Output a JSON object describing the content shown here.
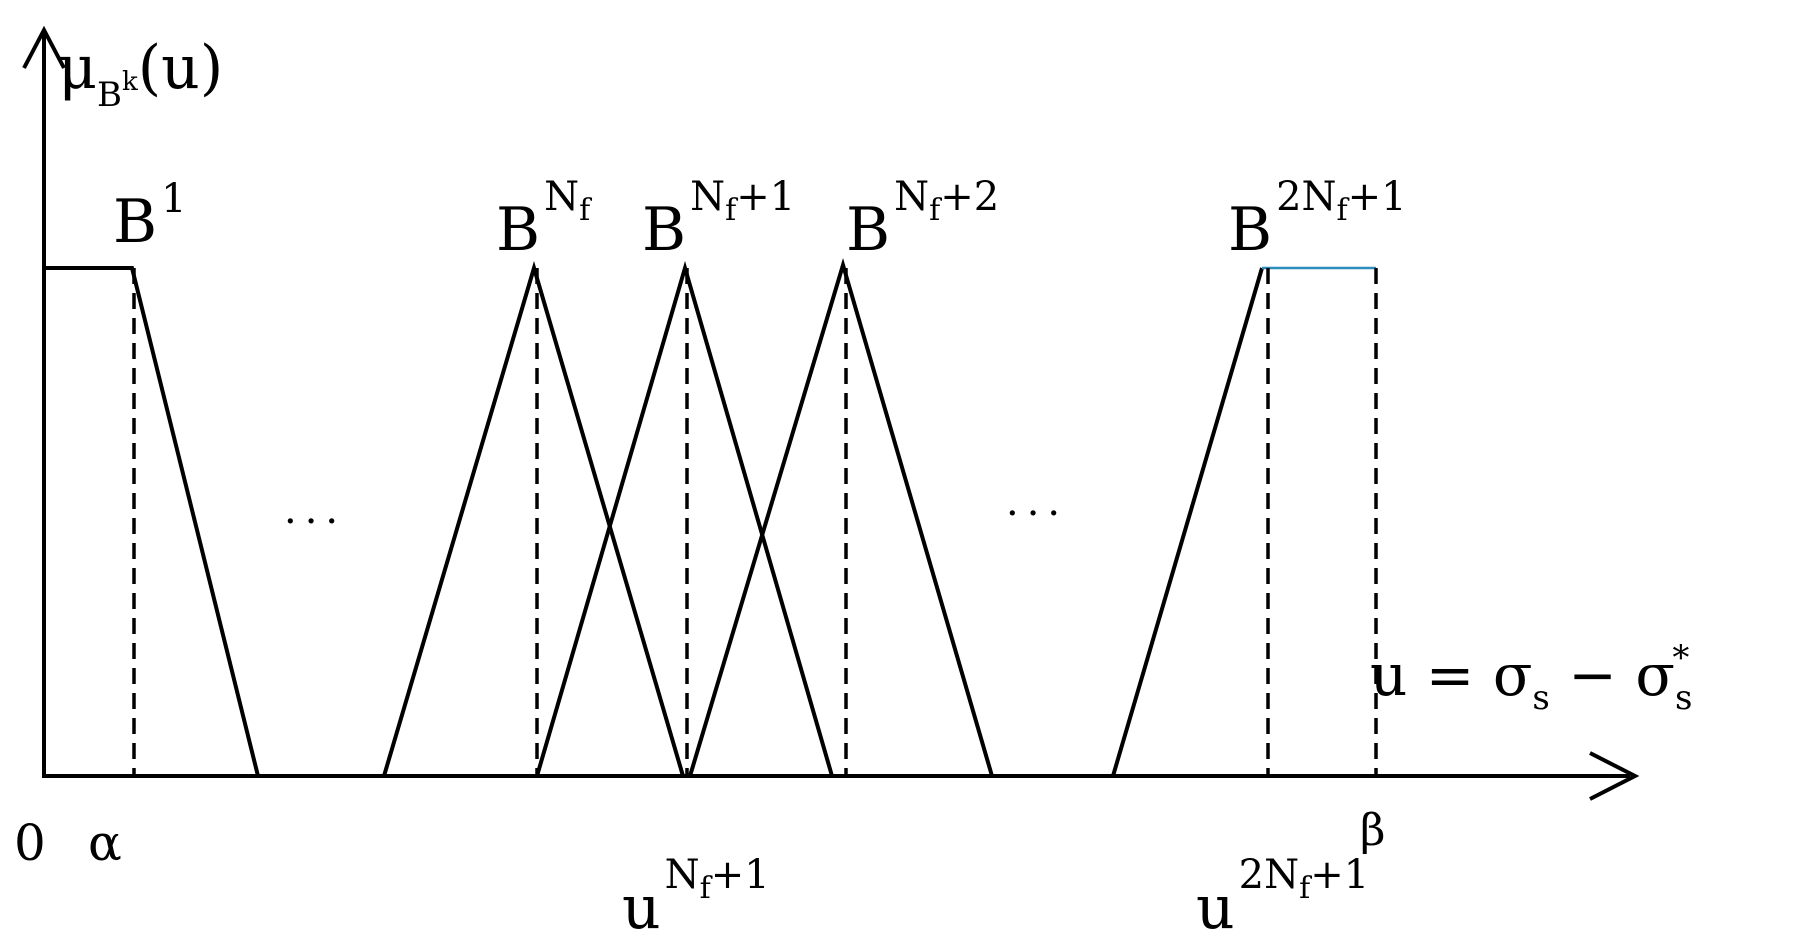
{
  "y_axis": {
    "label_base": "μ",
    "label_sub": "B",
    "label_sub_sup": "k",
    "label_arg": "(u)"
  },
  "x_axis": {
    "label_lhs": "u = σ",
    "label_sub1": "s",
    "label_minus": " − σ",
    "label_sub2": "s",
    "label_star": "*"
  },
  "sets": {
    "b1": {
      "base": "B",
      "sup": "1"
    },
    "bnf": {
      "base": "B",
      "sup": "N",
      "sup_sub": "f"
    },
    "bnf1": {
      "base": "B",
      "sup": "N",
      "sup_sub": "f",
      "sup_tail": "+1"
    },
    "bnf2": {
      "base": "B",
      "sup": "N",
      "sup_sub": "f",
      "sup_tail": "+2"
    },
    "b2nf1": {
      "base": "B",
      "sup": "2N",
      "sup_sub": "f",
      "sup_tail": "+1"
    }
  },
  "ticks": {
    "zero": "0",
    "alpha": "α",
    "beta": "β",
    "u_nf1": {
      "base": "u",
      "sup": "N",
      "sup_sub": "f",
      "sup_tail": "+1"
    },
    "u_2nf1": {
      "base": "u",
      "sup": "2N",
      "sup_sub": "f",
      "sup_tail": "+1"
    }
  },
  "ellipsis_left": "···",
  "ellipsis_right": "···"
}
